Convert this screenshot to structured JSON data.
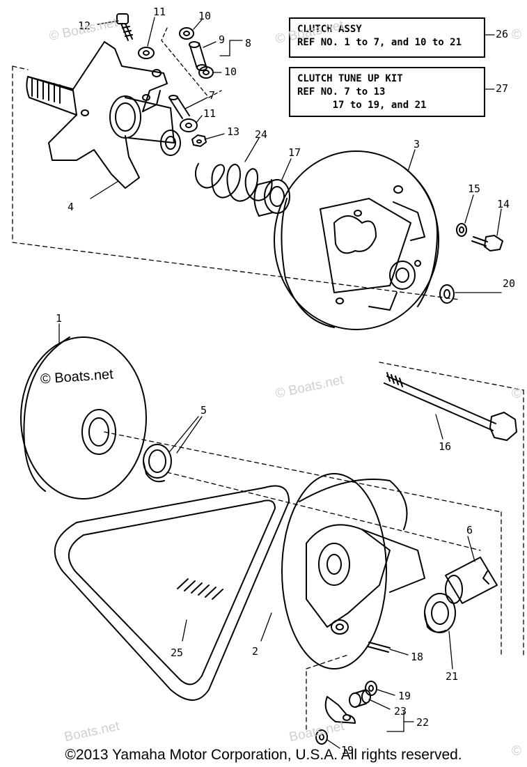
{
  "boxes": {
    "clutch_assy": {
      "title": "CLUTCH ASSY",
      "line1": "REF NO. 1 to 7, and 10 to 21",
      "ref": "26"
    },
    "tune_up_kit": {
      "title": "CLUTCH TUNE UP KIT",
      "line1": "REF NO. 7 to 13",
      "line2": "      17 to 19, and 21",
      "ref": "27"
    }
  },
  "callouts": {
    "c12": "12",
    "c11a": "11",
    "c10a": "10",
    "c9": "9",
    "c8": "8",
    "c10b": "10",
    "c7": "7",
    "c11b": "11",
    "c13": "13",
    "c24": "24",
    "c17": "17",
    "c3": "3",
    "c15": "15",
    "c14": "14",
    "c4": "4",
    "c20": "20",
    "c1": "1",
    "c5": "5",
    "c16": "16",
    "c6": "6",
    "c25": "25",
    "c2": "2",
    "c18": "18",
    "c21": "21",
    "c19a": "19",
    "c23": "23",
    "c22": "22",
    "c19b": "19"
  },
  "watermarks": {
    "main": "© Boats.net",
    "faint": "Boats.net",
    "symbol": "©"
  },
  "footer": {
    "copyright": "©2013 Yamaha Motor Corporation, U.S.A. All rights reserved."
  }
}
